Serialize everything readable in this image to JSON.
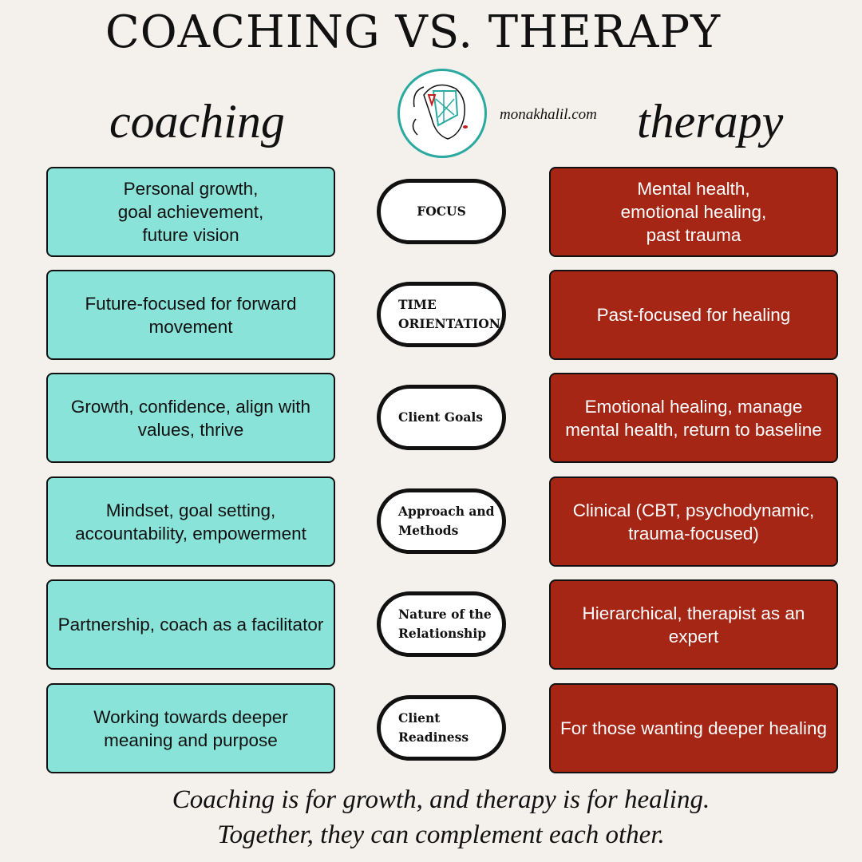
{
  "title": "COACHING VS. THERAPY",
  "left_heading": "coaching",
  "right_heading": "therapy",
  "website": "monakhalil.com",
  "colors": {
    "coaching": "#8ae3d9",
    "therapy": "#a52615",
    "background": "#f4f1ec"
  },
  "rows": [
    {
      "category": "FOCUS",
      "coaching": "Personal growth,\ngoal achievement,\nfuture vision",
      "therapy": "Mental health,\nemotional healing,\npast trauma"
    },
    {
      "category": "TIME\nORIENTATION",
      "coaching": "Future-focused for forward movement",
      "therapy": "Past-focused for healing"
    },
    {
      "category": "Client Goals",
      "coaching": "Growth, confidence, align with values, thrive",
      "therapy": "Emotional healing, manage mental health, return to baseline"
    },
    {
      "category": "Approach and\nMethods",
      "coaching": "Mindset, goal setting, accountability, empowerment",
      "therapy": "Clinical (CBT, psychodynamic, trauma-focused)"
    },
    {
      "category": "Nature of the\nRelationship",
      "coaching": "Partnership, coach as a facilitator",
      "therapy": "Hierarchical, therapist as an expert"
    },
    {
      "category": "Client\nReadiness",
      "coaching": "Working towards deeper meaning and purpose",
      "therapy": "For those wanting deeper healing"
    }
  ],
  "footer": [
    "Coaching is for growth, and therapy is for healing.",
    "Together, they can complement each other."
  ]
}
